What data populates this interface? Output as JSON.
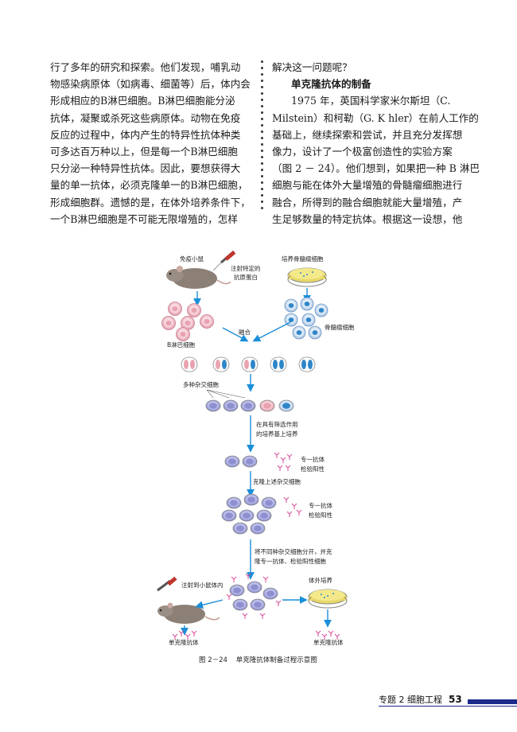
{
  "left_column": [
    "行了多年的研究和探索。他们发现，哺乳动",
    "物感染病原体（如病毒、细菌等）后，体内会",
    "形成相应的B淋巴细胞。B淋巴细胞能分泌",
    "抗体，凝聚或杀死这些病原体。动物在免疫",
    "反应的过程中，体内产生的特异性抗体种类",
    "可多达百万种以上，但是每一个B淋巴细胞",
    "只分泌一种特异性抗体。因此，要想获得大",
    "量的单一抗体，必须克隆单一的B淋巴细胞，",
    "形成细胞群。遗憾的是，在体外培养条件下，",
    "一个B淋巴细胞是不可能无限增殖的，怎样"
  ],
  "right_column": {
    "line1": "解决这一问题呢？",
    "subheading": "单克隆抗体的制备",
    "lines": [
      "1975 年，英国科学家米尔斯坦（C.",
      "Milstein）和柯勒（G. K   hler）在前人工作的",
      "基础上，继续探索和尝试，并且充分发挥想",
      "像力，设计了一个极富创造性的实验方案",
      "（图 2 － 24）。他们想到，如果把一种 B 淋巴",
      "细胞与能在体外大量增殖的骨髓瘤细胞进行",
      "融合，所得到的融合细胞就能大量增殖，产",
      "生足够数量的特定抗体。根据这一设想，他"
    ]
  },
  "figure": {
    "labels": {
      "immune_mouse": "免疫小鼠",
      "inject_antigen_1": "注射特定的",
      "inject_antigen_2": "抗原蛋白",
      "culture_myeloma": "培养骨髓瘤细胞",
      "b_cells": "B淋巴细胞",
      "myeloma_cells": "骨髓瘤细胞",
      "fusion": "融合",
      "hybrid_cells": "多种杂交细胞",
      "selection_1": "在具有筛选作用",
      "selection_2": "的培养基上培养",
      "positive_a1": "专一抗体",
      "positive_a2": "检验阳性",
      "clone_step": "克隆上述杂交细胞",
      "positive_b1": "专一抗体",
      "positive_b2": "检验阳性",
      "separate_1": "将不同种杂交细胞分开，并克",
      "separate_2": "隆专一抗体、检验阳性细胞",
      "inject_mouse": "注射到小鼠体内",
      "in_vitro": "体外培养",
      "mab_left": "单克隆抗体",
      "mab_right": "单克隆抗体"
    },
    "colors": {
      "arrow": "#1a8fd8",
      "b_cell": "#e9a2b0",
      "myeloma": "#2f86c9",
      "hybrid": "#8e8fd0",
      "antibody": "#d8489a"
    }
  },
  "caption": "图 2－24    单克隆抗体制备过程示意图",
  "footer": {
    "topic": "专题 2   细胞工程",
    "page": "53"
  }
}
